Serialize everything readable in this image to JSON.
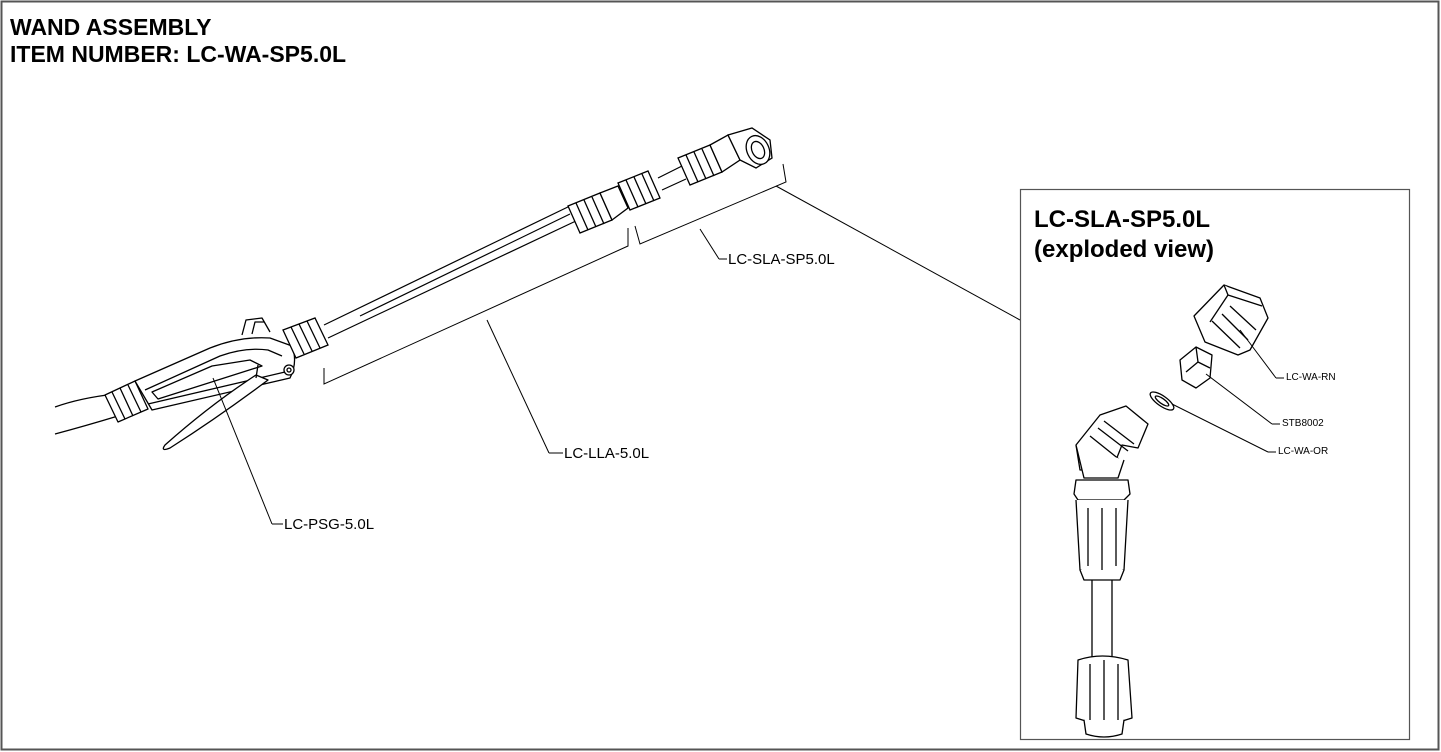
{
  "header": {
    "title_line1": "WAND ASSEMBLY",
    "title_line2": "ITEM NUMBER: LC-WA-SP5.0L"
  },
  "callouts": {
    "psg": "LC-PSG-5.0L",
    "lla": "LC-LLA-5.0L",
    "sla": "LC-SLA-SP5.0L"
  },
  "detail": {
    "title_line1": "LC-SLA-SP5.0L",
    "title_line2": "(exploded view)",
    "parts": {
      "rn": "LC-WA-RN",
      "stb": "STB8002",
      "or": "LC-WA-OR"
    }
  },
  "colors": {
    "line": "#000000",
    "frame": "#555555",
    "background": "#ffffff"
  }
}
